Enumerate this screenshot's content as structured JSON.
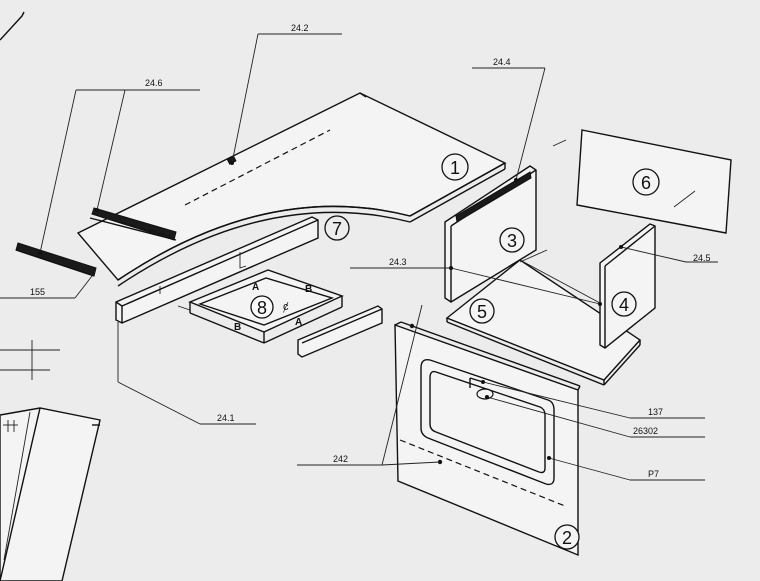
{
  "part_numbers": [
    "1",
    "2",
    "3",
    "4",
    "5",
    "6",
    "7",
    "8"
  ],
  "drawer_letters": [
    "A",
    "B",
    "A",
    "B"
  ],
  "center_mark": "ȼ",
  "callouts": [
    "24.2",
    "24.6",
    "24.4",
    "24.3",
    "24.5",
    "155",
    "24.1",
    "242",
    "137",
    "26302",
    "P7"
  ]
}
